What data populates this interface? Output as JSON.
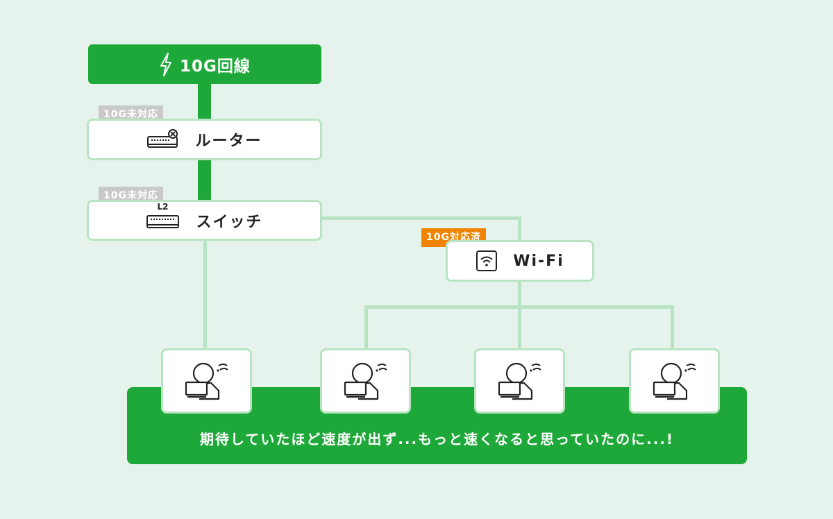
{
  "top": {
    "label": "10G回線",
    "icon": "lightning-icon"
  },
  "router": {
    "label": "ルーター",
    "badge": "10G未対応",
    "icon": "router-icon"
  },
  "switch": {
    "label": "スイッチ",
    "badge": "10G未対応",
    "icon": "switch-icon",
    "icon_text": "L2"
  },
  "wifi": {
    "label": "Wi-Fi",
    "badge": "10G対応済",
    "icon": "wifi-router-icon"
  },
  "users": [
    {
      "icon": "frustrated-user-laptop-icon"
    },
    {
      "icon": "frustrated-user-laptop-icon"
    },
    {
      "icon": "frustrated-user-laptop-icon"
    },
    {
      "icon": "frustrated-user-laptop-icon"
    }
  ],
  "footer": {
    "message": "期待していたほど速度が出ず...もっと速くなると思っていたのに...!"
  },
  "colors": {
    "primary_green": "#1fa83a",
    "light_green": "#b9e4c3",
    "badge_gray": "#c9c9c9",
    "badge_orange": "#f08300",
    "background": "#e6f3ec"
  }
}
